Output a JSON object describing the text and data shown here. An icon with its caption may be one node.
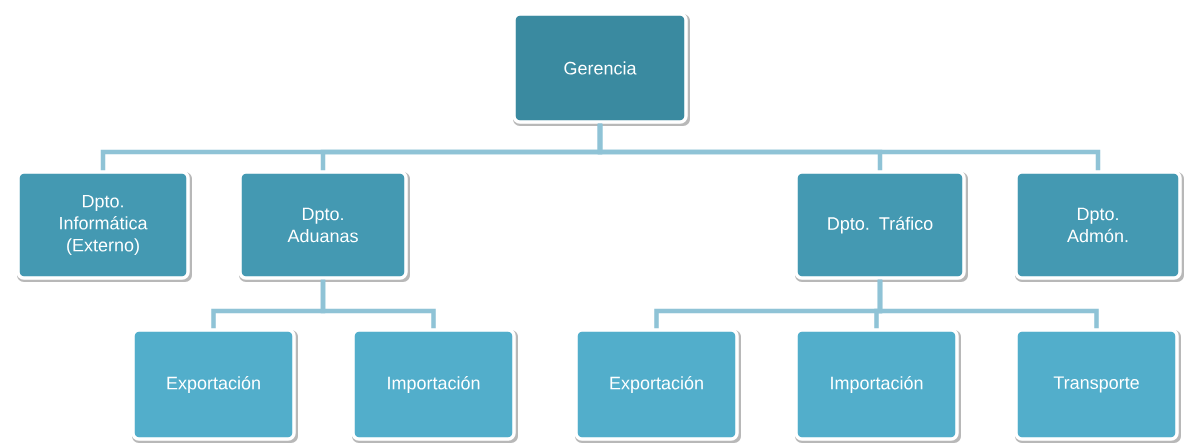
{
  "diagram": {
    "nodes": [
      {
        "text": [
          "Gerencia"
        ]
      },
      {
        "text": [
          "Dpto. Informática (Externo)"
        ]
      },
      {
        "text": [
          "Dpto. Aduanas"
        ]
      },
      {
        "text": [
          "Dpto. Tráfico"
        ]
      },
      {
        "text": [
          "Dpto. Admón."
        ]
      },
      {
        "text": [
          "Exportación"
        ]
      },
      {
        "text": [
          "Importación"
        ]
      },
      {
        "text": [
          "Exportación"
        ]
      },
      {
        "text": [
          "Importación"
        ]
      },
      {
        "text": [
          "Transporte"
        ]
      }
    ],
    "edges": [
      {
        "from": 0,
        "to": 1,
        "arrow": "none"
      },
      {
        "from": 0,
        "to": 2,
        "arrow": "none"
      },
      {
        "from": 0,
        "to": 3,
        "arrow": "none"
      },
      {
        "from": 0,
        "to": 4,
        "arrow": "none"
      },
      {
        "from": 2,
        "to": 5,
        "arrow": "none"
      },
      {
        "from": 2,
        "to": 6,
        "arrow": "none"
      },
      {
        "from": 3,
        "to": 7,
        "arrow": "none"
      },
      {
        "from": 3,
        "to": 8,
        "arrow": "none"
      },
      {
        "from": 3,
        "to": 9,
        "arrow": "none"
      }
    ]
  }
}
